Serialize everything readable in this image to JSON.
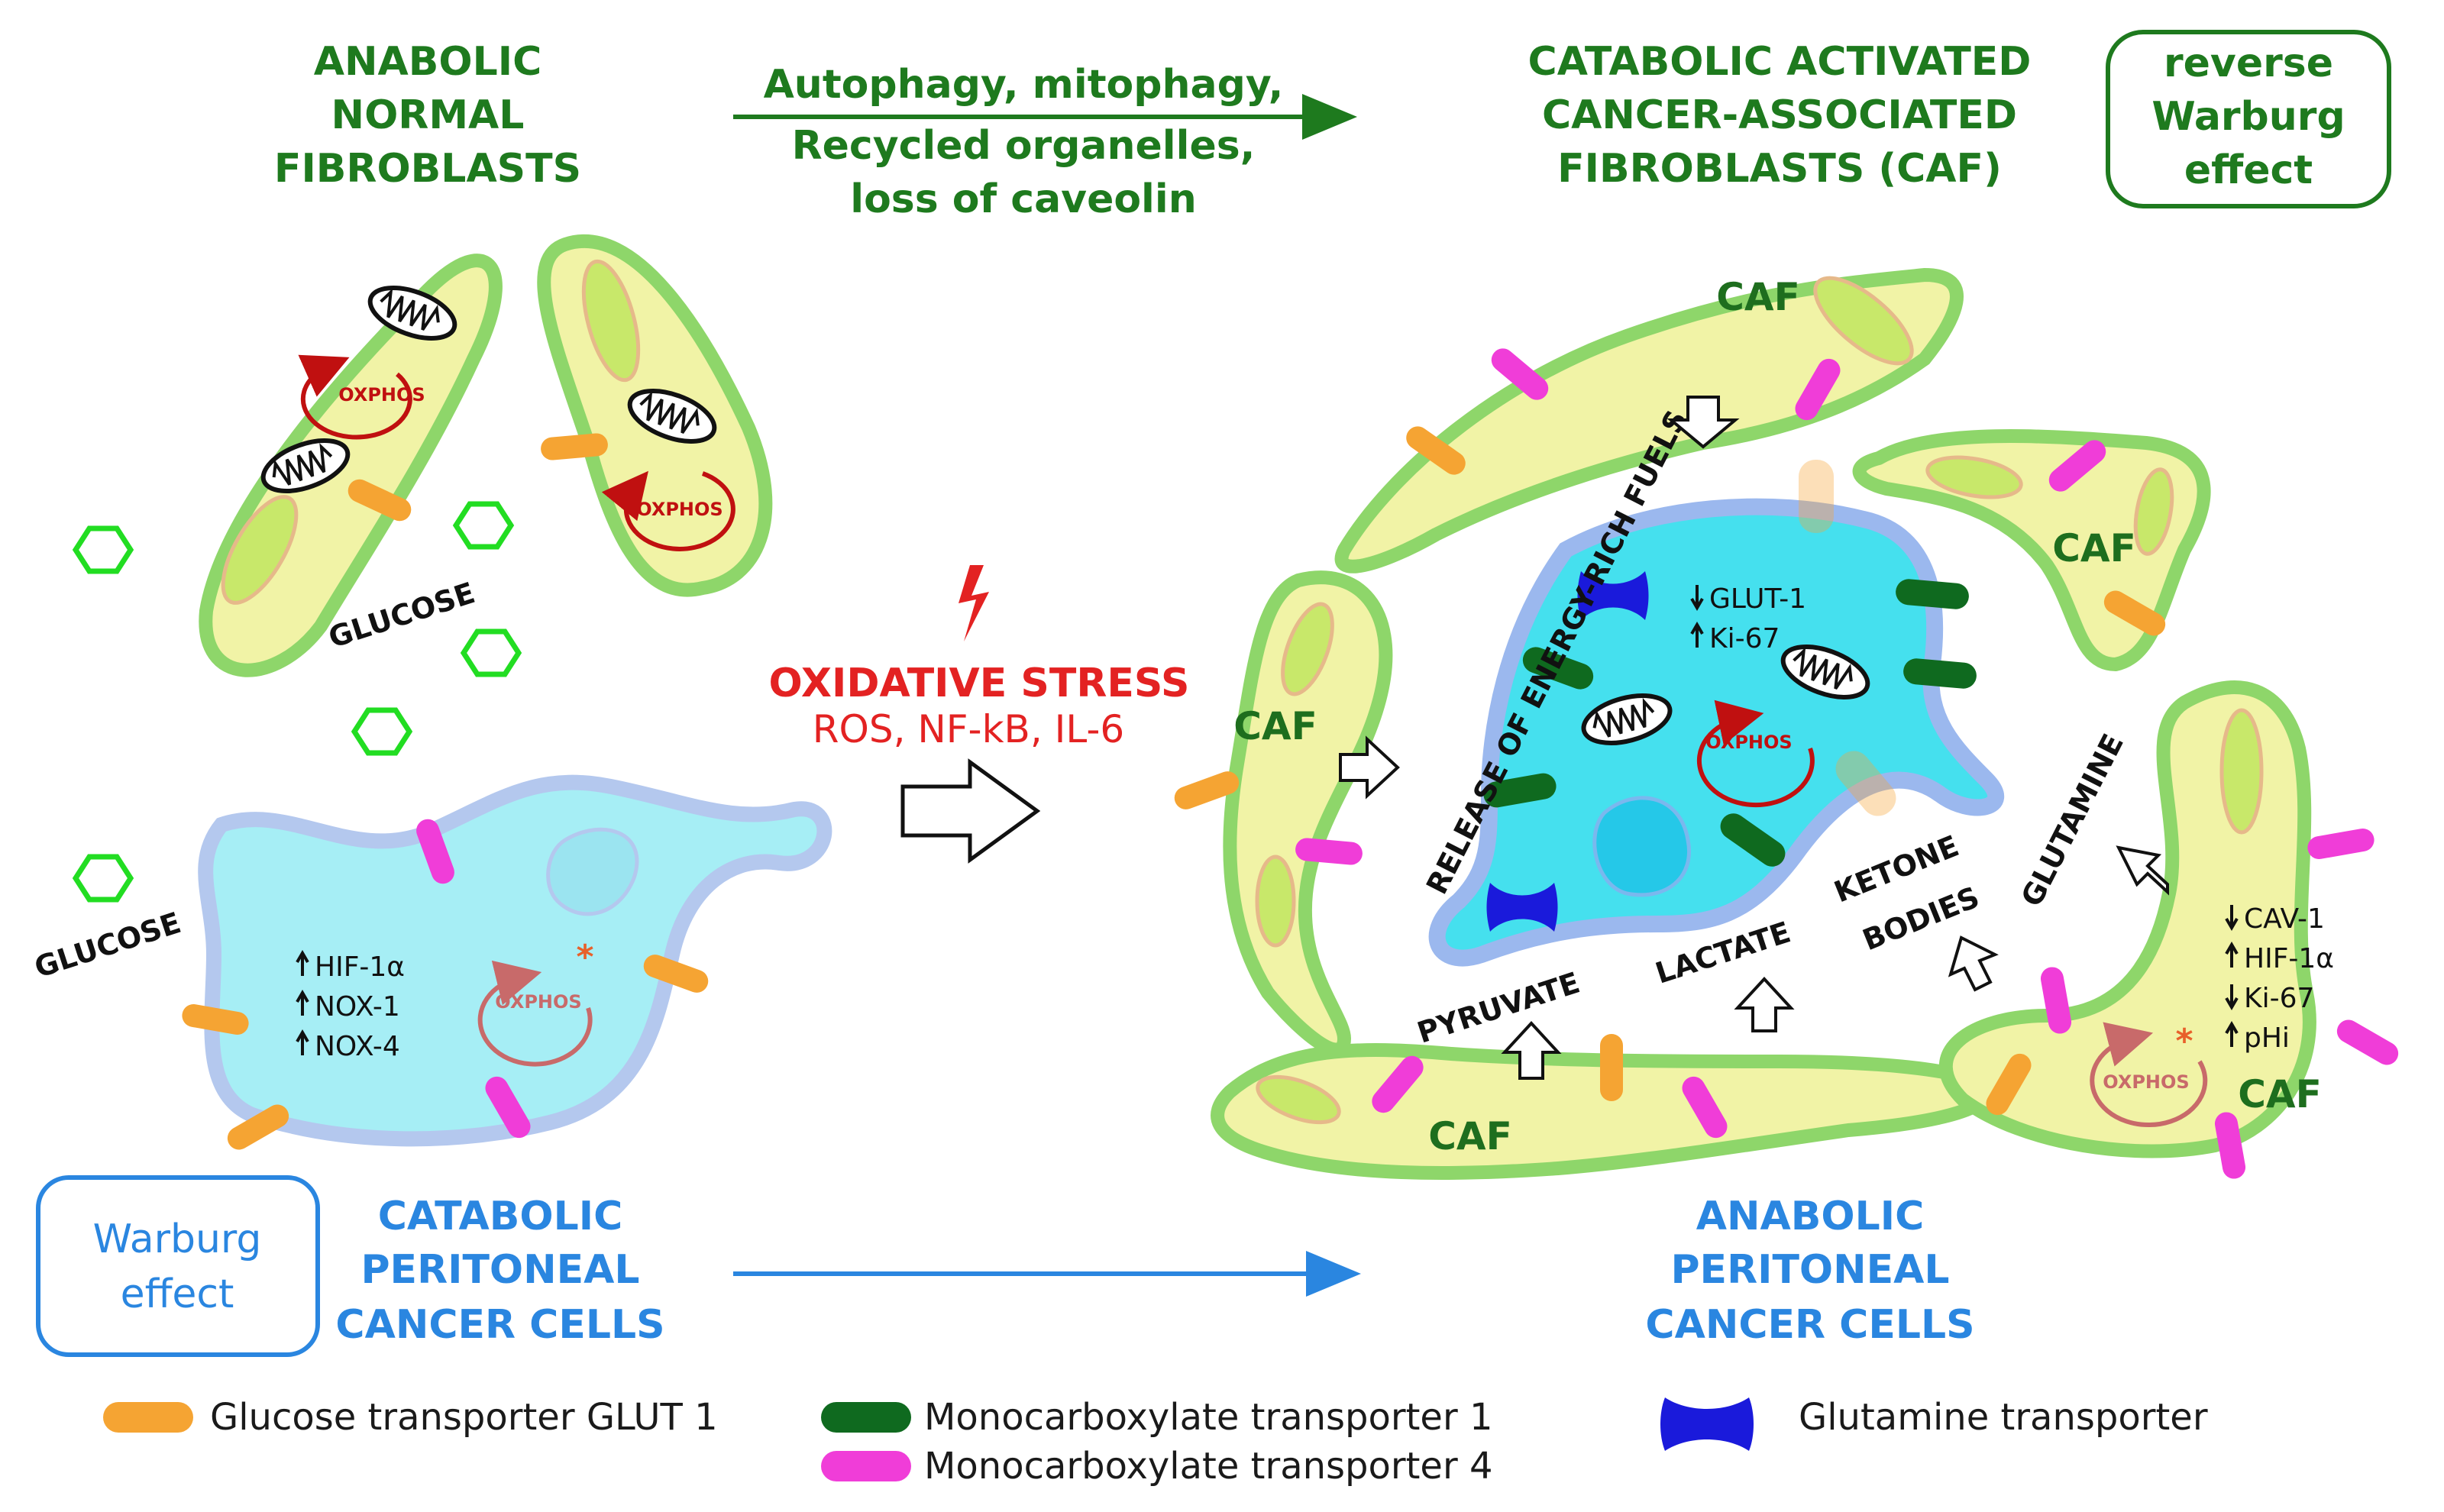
{
  "headers": {
    "anabolic_fibroblasts": [
      "ANABOLIC",
      "NORMAL",
      "FIBROBLASTS"
    ],
    "transition": [
      "Autophagy, mitophagy,",
      "Recycled organelles,",
      "loss of caveolin"
    ],
    "catabolic_caf": [
      "CATABOLIC ACTIVATED",
      "CANCER-ASSOCIATED",
      "FIBROBLASTS (CAF)"
    ],
    "reverse_warburg": [
      "reverse",
      "Warburg",
      "effect"
    ],
    "warburg": [
      "Warburg",
      "effect"
    ],
    "catabolic_cancer": [
      "CATABOLIC",
      "PERITONEAL",
      "CANCER CELLS"
    ],
    "anabolic_cancer": [
      "ANABOLIC",
      "PERITONEAL",
      "CANCER CELLS"
    ]
  },
  "labels": {
    "glucose": "GLUCOSE",
    "oxphos": "OXPHOS",
    "caf": "CAF",
    "release": "RELEASE OF ENERGY-RICH FUELS",
    "pyruvate": "PYRUVATE",
    "lactate": "LACTATE",
    "ketone": [
      "KETONE",
      "BODIES"
    ],
    "glutamine": "GLUTAMINE"
  },
  "stress": {
    "title": "OXIDATIVE STRESS",
    "sub": "ROS, NF-kB, IL-6"
  },
  "markers": {
    "catabolic_cancer": [
      {
        "dir": "up",
        "text": "HIF-1α"
      },
      {
        "dir": "up",
        "text": "NOX-1"
      },
      {
        "dir": "up",
        "text": "NOX-4"
      }
    ],
    "anabolic_cancer": [
      {
        "dir": "down",
        "text": "GLUT-1"
      },
      {
        "dir": "up",
        "text": "Ki-67"
      }
    ],
    "caf": [
      {
        "dir": "down",
        "text": "CAV-1"
      },
      {
        "dir": "up",
        "text": "HIF-1α"
      },
      {
        "dir": "down",
        "text": "Ki-67"
      },
      {
        "dir": "up",
        "text": "pHi"
      }
    ]
  },
  "legend": {
    "glut1": "Glucose transporter GLUT 1",
    "mct1": "Monocarboxylate transporter 1",
    "mct4": "Monocarboxylate transporter 4",
    "glutamine_transporter": "Glutamine transporter"
  },
  "colors": {
    "fibroblast_fill": "#f1f3a6",
    "fibroblast_border": "#8ed66a",
    "nucleus": "#c8e86a",
    "cancer_fill": "#a6eef5",
    "cancer_border": "#b4c8ee",
    "glut1": "#f5a433",
    "mct1": "#0f6a1f",
    "mct4": "#f03dd8",
    "glutamine_transporter": "#1a1adb",
    "green_text": "#1e7a1e",
    "blue_text": "#2a86e0",
    "red_text": "#e32222"
  }
}
